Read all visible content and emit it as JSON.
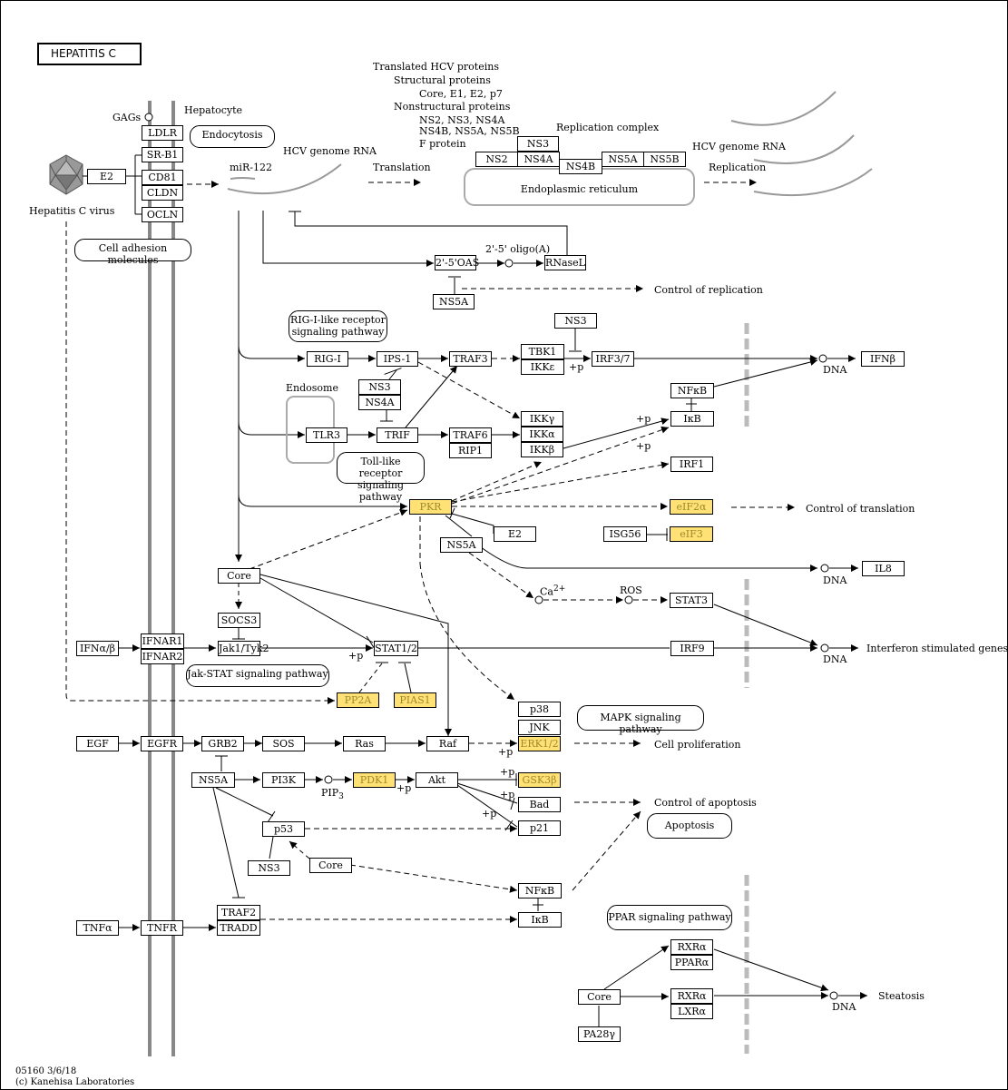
{
  "title": "HEPATITIS  C",
  "footer": {
    "id_date": "05160 3/6/18",
    "copyright": "(c) Kanehisa Laboratories"
  },
  "labels": {
    "gags": "GAGs",
    "hepatocyte": "Hepatocyte",
    "hcv_virus": "Hepatitis C virus",
    "mir122": "miR-122",
    "hcv_genome_rna": "HCV genome RNA",
    "hcv_genome_rna_2": "HCV genome RNA",
    "translation": "Translation",
    "replication": "Replication",
    "translated_proteins": "Translated HCV proteins",
    "structural_proteins": "Structural proteins",
    "structural_list": "Core, E1, E2, p7",
    "nonstructural_proteins": "Nonstructural proteins",
    "nonstructural_list_1": "NS2, NS3, NS4A",
    "nonstructural_list_2": "NS4B, NS5A, NS5B",
    "f_protein": "F protein",
    "replication_complex": "Replication complex",
    "oligoA": "2'-5' oligo(A)",
    "control_replication": "Control of replication",
    "endosome": "Endosome",
    "dna_1": "DNA",
    "dna_2": "DNA",
    "dna_3": "DNA",
    "dna_4": "DNA",
    "control_translation": "Control of translation",
    "ca2": "Ca",
    "ca2_sup": "2+",
    "ros": "ROS",
    "isg": "Interferon stimulated genes",
    "cell_proliferation": "Cell proliferation",
    "control_apoptosis": "Control of apoptosis",
    "steatosis": "Steatosis",
    "pip3": "PIP",
    "pip3_sub": "3",
    "p_1": "+p",
    "p_2": "+p",
    "p_3": "+p",
    "p_4": "+p",
    "p_5": "+p",
    "p_6": "+p",
    "p_7": "+p",
    "p_8": "+p",
    "p_9": "+p",
    "p_10": "+p"
  },
  "pills": {
    "endocytosis": "Endocytosis",
    "cell_adhesion": "Cell adhesion molecules",
    "rig_line1": "RIG-I-like receptor",
    "rig_line2": "signaling pathway",
    "endoplasmic": "Endoplasmic reticulum",
    "toll_line1": "Toll-like receptor",
    "toll_line2": "signaling pathway",
    "jak_stat": "Jak-STAT signaling pathway",
    "mapk": "MAPK signaling pathway",
    "apoptosis": "Apoptosis",
    "ppar": "PPAR signaling pathway"
  },
  "nodes": {
    "e2_virus": "E2",
    "ldlr": "LDLR",
    "srb1": "SR-B1",
    "cd81": "CD81",
    "cldn": "CLDN",
    "ocln": "OCLN",
    "ns3_top": "NS3",
    "ns2": "NS2",
    "ns4a_top": "NS4A",
    "ns4b": "NS4B",
    "ns5a_top": "NS5A",
    "ns5b": "NS5B",
    "oas": "2'-5'OAS",
    "rnasel": "RNaseL",
    "ns5a_oas": "NS5A",
    "rig1": "RIG-I",
    "ips1": "IPS-1",
    "traf3": "TRAF3",
    "tbk1": "TBK1",
    "ikke": "IKKε",
    "ns3_tbk": "NS3",
    "irf37": "IRF3/7",
    "ifnb": "IFNβ",
    "nfkb_top": "NFκB",
    "ikb_top": "IκB",
    "ns3_ips": "NS3",
    "ns4a_ips": "NS4A",
    "tlr3": "TLR3",
    "trif": "TRIF",
    "traf6": "TRAF6",
    "rip1": "RIP1",
    "ikkg": "IKKγ",
    "ikka": "IKKα",
    "ikkb": "IKKβ",
    "irf1": "IRF1",
    "pkr": "PKR",
    "eif2a": "eIF2α",
    "e2_pkr": "E2",
    "isg56": "ISG56",
    "eif3": "eIF3",
    "ns5a_pkr": "NS5A",
    "il8": "IL8",
    "stat3": "STAT3",
    "core_mid": "Core",
    "socs3": "SOCS3",
    "ifnab": "IFNα/β",
    "ifnar1": "IFNAR1",
    "ifnar2": "IFNAR2",
    "jak": "Jak1/Tyk2",
    "stat12": "STAT1/2",
    "irf9": "IRF9",
    "pp2a": "PP2A",
    "pias1": "PIAS1",
    "p38": "p38",
    "jnk": "JNK",
    "erk": "ERK1/2",
    "egf": "EGF",
    "egfr": "EGFR",
    "grb2": "GRB2",
    "sos": "SOS",
    "ras": "Ras",
    "raf": "Raf",
    "ns5a_low": "NS5A",
    "pi3k": "PI3K",
    "pdk1": "PDK1",
    "akt": "Akt",
    "gsk3b": "GSK3β",
    "bad": "Bad",
    "p21": "p21",
    "p53": "p53",
    "ns3_low": "NS3",
    "core_low": "Core",
    "nfkb_low": "NFκB",
    "ikb_low": "IκB",
    "tnfa": "TNFα",
    "tnfr": "TNFR",
    "traf2": "TRAF2",
    "tradd": "TRADD",
    "rxra_1": "RXRα",
    "ppara": "PPARα",
    "rxra_2": "RXRα",
    "lxra": "LXRα",
    "core_ppar": "Core",
    "pa28": "PA28γ"
  },
  "colors": {
    "highlight_fill": "#ffe176",
    "highlight_text": "#9e8a2a",
    "membrane": "#888888",
    "dashed_bar": "#bbbbbb"
  }
}
